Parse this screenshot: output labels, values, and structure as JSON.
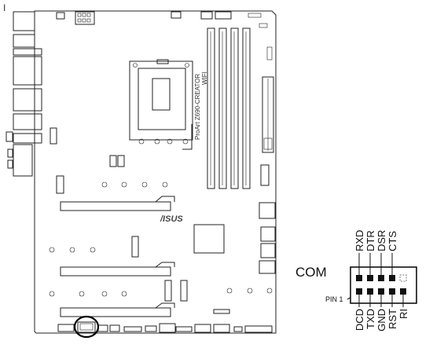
{
  "cursor_glyph": "I",
  "board": {
    "model_name": "ProArt Z690-CREATOR",
    "model_suffix": "WIFI",
    "brand_logo": "/ISUS"
  },
  "com_header": {
    "title": "COM",
    "pin1_label": "PIN 1",
    "top_row_labels": [
      "RXD",
      "DTR",
      "DSR",
      "CTS"
    ],
    "bottom_row_labels": [
      "DCD",
      "TXD",
      "GND",
      "RST",
      "RI"
    ]
  }
}
